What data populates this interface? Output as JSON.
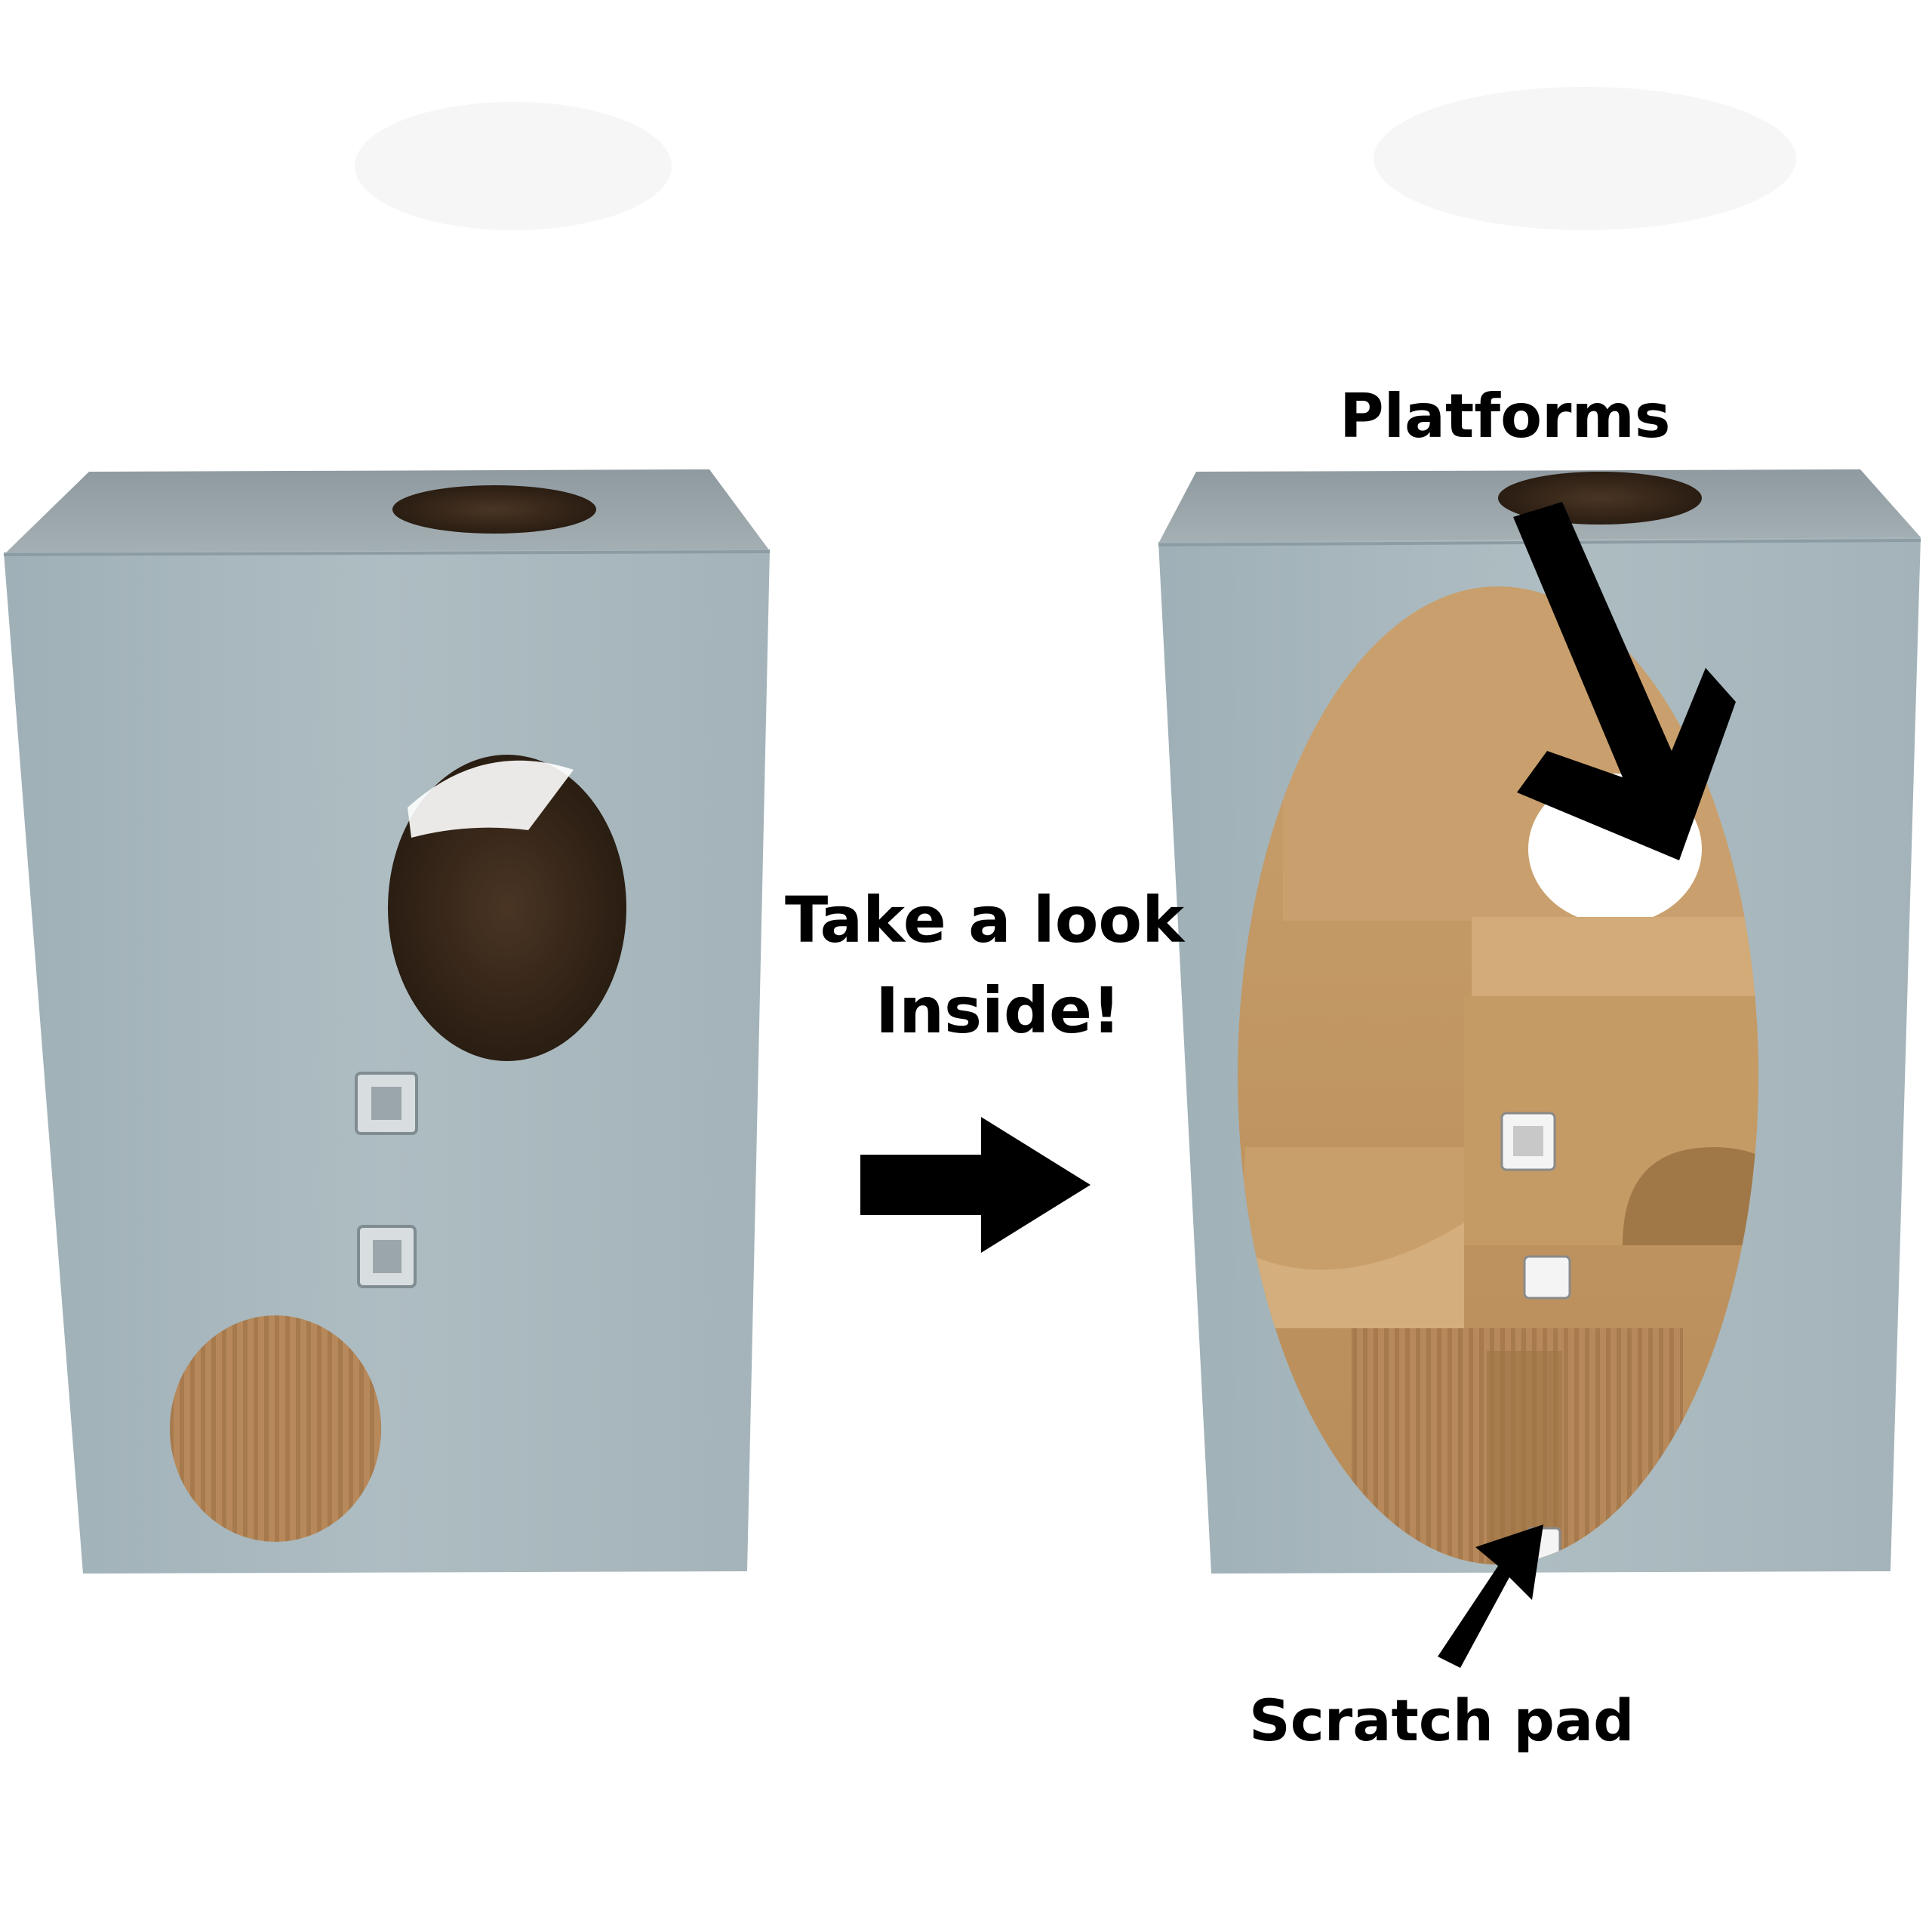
{
  "labels": {
    "take_a_look": "Take a look",
    "inside": "Inside!",
    "platforms": "Platforms",
    "scratch_pad": "Scratch pad"
  },
  "colors": {
    "box_exterior": "#a9b9bf",
    "box_top": "#9aa7ac",
    "cardboard_interior": "#c69d6a",
    "hole_dark": "#3a2a1c",
    "arrow": "#000000",
    "background": "#ffffff"
  },
  "icons": {
    "transition_arrow": "right-arrow-icon",
    "platforms_pointer": "down-right-arrow-icon",
    "scratch_pointer": "up-right-arrow-icon"
  }
}
